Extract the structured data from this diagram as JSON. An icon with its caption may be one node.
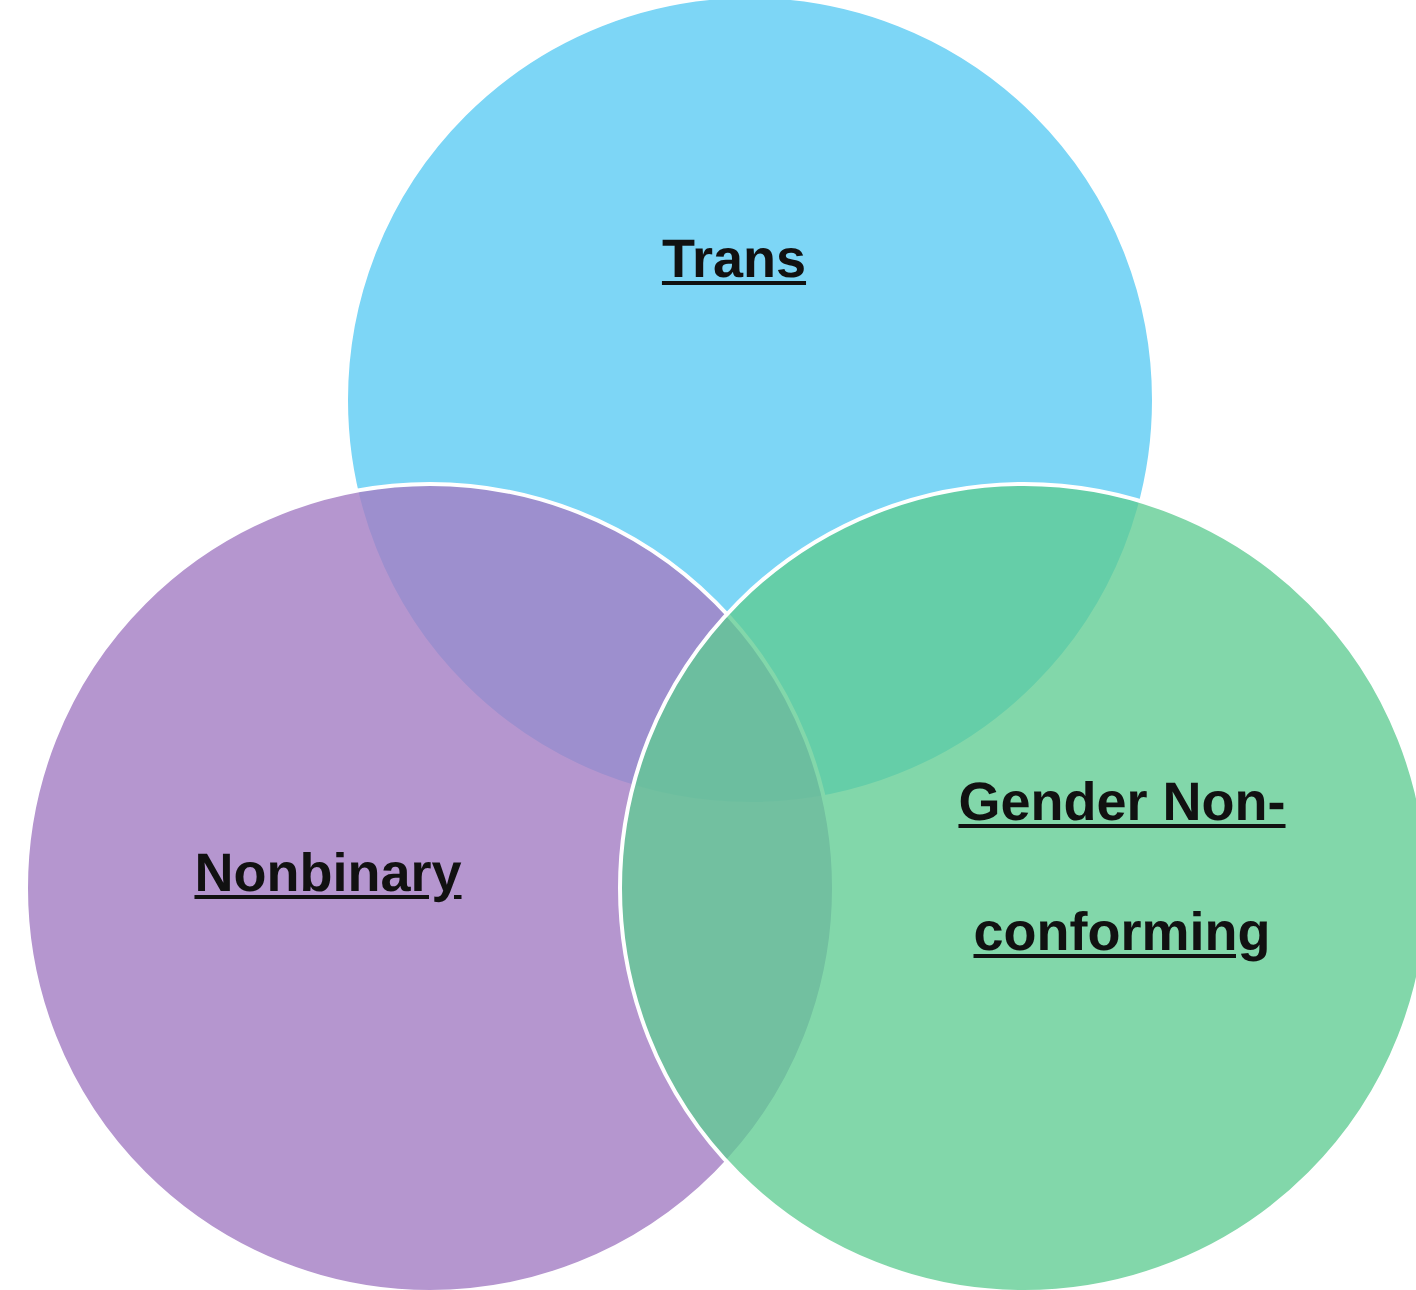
{
  "diagram": {
    "nodes": [
      {
        "text": [
          "Trans"
        ]
      },
      {
        "text": [
          "Nonbinary"
        ]
      },
      {
        "text": [
          "Gender Non-conforming"
        ]
      }
    ]
  }
}
